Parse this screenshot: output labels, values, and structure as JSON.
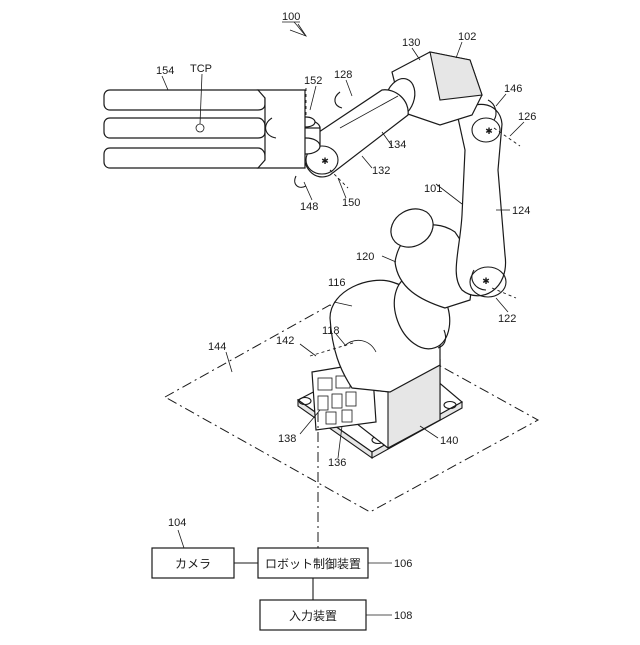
{
  "labels": {
    "r100": "100",
    "r101": "101",
    "r102": "102",
    "r104": "104",
    "r106": "106",
    "r108": "108",
    "r116": "116",
    "r118": "118",
    "r120": "120",
    "r122": "122",
    "r124": "124",
    "r126": "126",
    "r128": "128",
    "r130": "130",
    "r132": "132",
    "r134": "134",
    "r136": "136",
    "r138": "138",
    "r140": "140",
    "r142": "142",
    "r144": "144",
    "r146": "146",
    "r148": "148",
    "r150": "150",
    "r152": "152",
    "r154": "154",
    "tcp": "TCP"
  },
  "blocks": {
    "camera": "カメラ",
    "controller": "ロボット制御装置",
    "input_device": "入力装置"
  }
}
